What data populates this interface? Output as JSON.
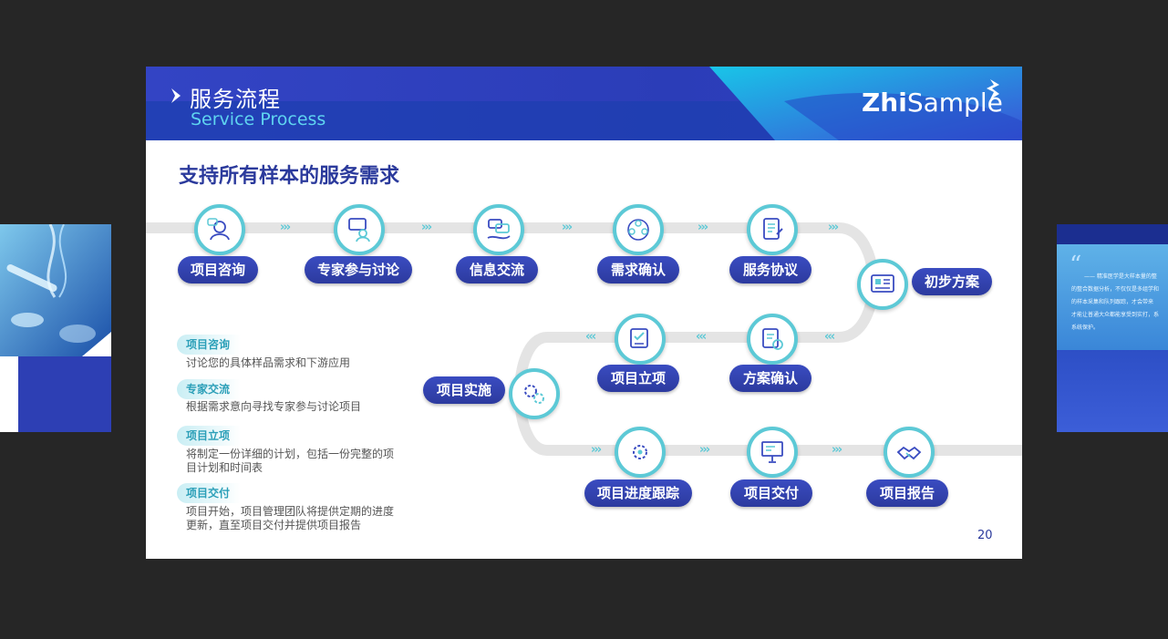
{
  "header": {
    "title_cn": "服务流程",
    "title_en": "Service Process",
    "logo_bold": "Zhi",
    "logo_rest": "Sample"
  },
  "headline": "支持所有样本的服务需求",
  "steps": [
    {
      "label": "项目咨询",
      "icon": "consult-icon"
    },
    {
      "label": "专家参与讨论",
      "icon": "expert-icon"
    },
    {
      "label": "信息交流",
      "icon": "chat-icon"
    },
    {
      "label": "需求确认",
      "icon": "network-icon"
    },
    {
      "label": "服务协议",
      "icon": "document-icon"
    },
    {
      "label": "初步方案",
      "icon": "dashboard-icon"
    },
    {
      "label": "方案确认",
      "icon": "plan-check-icon"
    },
    {
      "label": "项目立项",
      "icon": "checklist-icon"
    },
    {
      "label": "项目实施",
      "icon": "gears-icon"
    },
    {
      "label": "项目进度跟踪",
      "icon": "tracking-icon"
    },
    {
      "label": "项目交付",
      "icon": "presentation-icon"
    },
    {
      "label": "项目报告",
      "icon": "handshake-icon"
    }
  ],
  "notes": [
    {
      "tag": "项目咨询",
      "text": "讨论您的具体样品需求和下游应用"
    },
    {
      "tag": "专家交流",
      "text": "根据需求意向寻找专家参与讨论项目"
    },
    {
      "tag": "项目立项",
      "text": "将制定一份详细的计划，包括一份完整的项目计划和时间表"
    },
    {
      "tag": "项目交付",
      "text": "项目开始，项目管理团队将提供定期的进度更新，直至项目交付并提供项目报告"
    }
  ],
  "arrows_right": "›››",
  "arrows_left": "‹‹‹",
  "page_number": "20",
  "right_thumb": {
    "quote_mark": "“",
    "lines": [
      "—— 精准医学是大样本量的整",
      "的整合数据分析，不仅仅是多组学和",
      "的样本采集和队列跟踪，才会带来",
      "才能让普通大众都能享受到实打，系",
      "系统保护。"
    ]
  },
  "colors": {
    "brand_blue": "#2b3a9c",
    "accent_teal": "#5cc9d6",
    "banner_dark": "#1f3fb5"
  }
}
